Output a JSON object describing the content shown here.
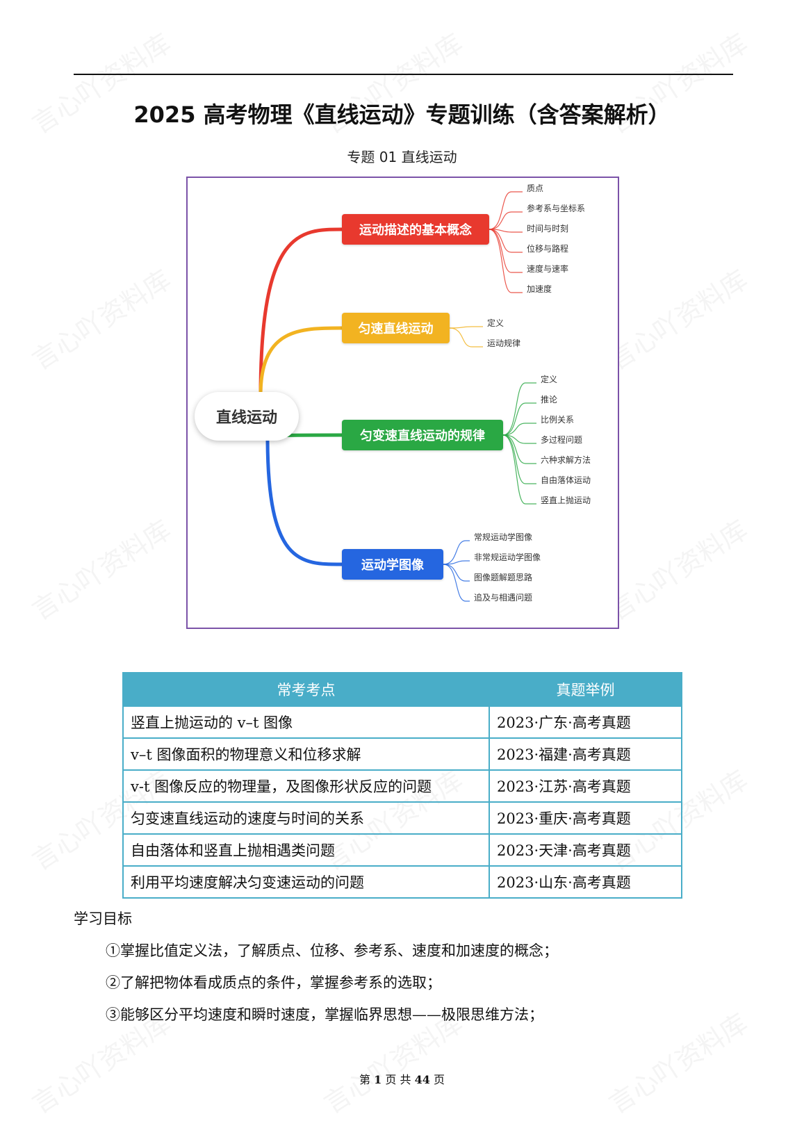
{
  "document": {
    "title": "2025 高考物理《直线运动》专题训练（含答案解析）",
    "subtitle": "专题 01  直线运动"
  },
  "mindmap": {
    "center": "直线运动",
    "branches": [
      {
        "label": "运动描述的基本概念",
        "color": "#e8392e",
        "leaves": [
          "质点",
          "参考系与坐标系",
          "时间与时刻",
          "位移与路程",
          "速度与速率",
          "加速度"
        ]
      },
      {
        "label": "匀速直线运动",
        "color": "#f2b321",
        "leaves": [
          "定义",
          "运动规律"
        ]
      },
      {
        "label": "匀变速直线运动的规律",
        "color": "#2aa844",
        "leaves": [
          "定义",
          "推论",
          "比例关系",
          "多过程问题",
          "六种求解方法",
          "自由落体运动",
          "竖直上抛运动"
        ]
      },
      {
        "label": "运动学图像",
        "color": "#2566e0",
        "leaves": [
          "常规运动学图像",
          "非常规运动学图像",
          "图像题解题思路",
          "追及与相遇问题"
        ]
      }
    ]
  },
  "table": {
    "headers": [
      "常考考点",
      "真题举例"
    ],
    "rows": [
      [
        "竖直上抛运动的 v–t 图像",
        "2023·广东·高考真题"
      ],
      [
        "v–t 图像面积的物理意义和位移求解",
        "2023·福建·高考真题"
      ],
      [
        "v-t 图像反应的物理量，及图像形状反应的问题",
        "2023·江苏·高考真题"
      ],
      [
        "匀变速直线运动的速度与时间的关系",
        "2023·重庆·高考真题"
      ],
      [
        "自由落体和竖直上抛相遇类问题",
        "2023·天津·高考真题"
      ],
      [
        "利用平均速度解决匀变速运动的问题",
        "2023·山东·高考真题"
      ]
    ]
  },
  "goals": {
    "heading": "学习目标",
    "items": [
      "①掌握比值定义法，了解质点、位移、参考系、速度和加速度的概念；",
      "②了解把物体看成质点的条件，掌握参考系的选取；",
      "③能够区分平均速度和瞬时速度，掌握临界思想——极限思维方法；"
    ]
  },
  "footer": {
    "prefix": "第",
    "page": "1",
    "middle": "页 共",
    "total": "44",
    "suffix": "页"
  },
  "watermark": "言心吖资料库",
  "colors": {
    "table_header": "#49adc8",
    "frame": "#7b52a8"
  }
}
